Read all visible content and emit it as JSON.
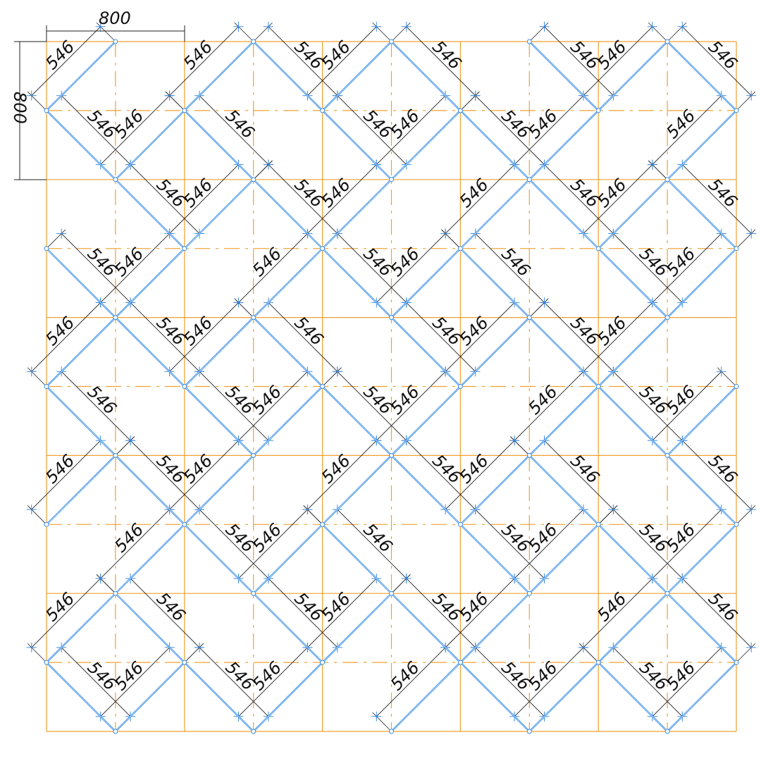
{
  "drawing": {
    "overall_dimensions": {
      "horizontal": "800",
      "vertical": "800"
    },
    "segment_dimension": "546"
  },
  "colors": {
    "grid": "#f0a030",
    "shelf": "#3a8ee6",
    "dimension": "#222222",
    "tick": "#3a8ee6"
  }
}
